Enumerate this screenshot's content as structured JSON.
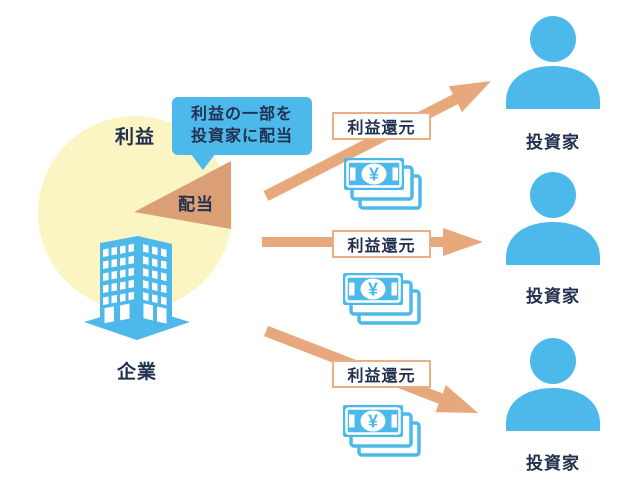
{
  "pie": {
    "label": "利益",
    "wedge_label": "配当"
  },
  "company": {
    "label": "企業"
  },
  "callout": {
    "line1": "利益の一部を",
    "line2": "投資家に配当"
  },
  "flows": [
    {
      "label": "利益還元"
    },
    {
      "label": "利益還元"
    },
    {
      "label": "利益還元"
    }
  ],
  "investors": [
    {
      "label": "投資家"
    },
    {
      "label": "投資家"
    },
    {
      "label": "投資家"
    }
  ],
  "money": {
    "currency_symbol": "¥"
  },
  "icons": {
    "company": "office-building-icon",
    "investor": "person-silhouette-icon",
    "money": "yen-banknote-stack-icon",
    "flow": "arrow-icon"
  },
  "colors": {
    "blue": "#4db9ea",
    "callout_blue": "#4db9ea",
    "pie_yellow": "#fbf5c4",
    "wedge_tan": "#db9f76",
    "arrow_tan": "#e7a87c",
    "box_border_tan": "#ecae83",
    "text_navy": "#22304f",
    "background": "#ffffff"
  }
}
